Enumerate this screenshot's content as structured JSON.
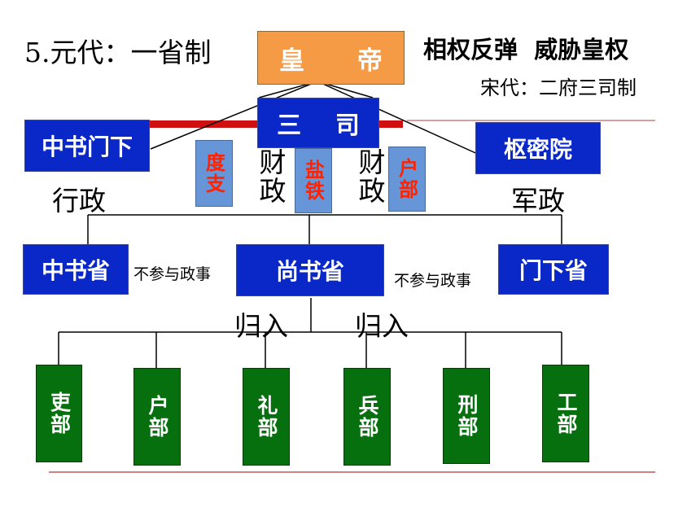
{
  "title": "5.元代：一省制",
  "subtitle_right": "相权反弹  威胁皇权",
  "song_note": "宋代：二府三司制",
  "emperor": "皇      帝",
  "sansi": "三    司",
  "zhongshu_menxia": "中书门下",
  "shumiyuan": "枢密院",
  "sub_offices": [
    {
      "label": "度支"
    },
    {
      "label": "盐铁"
    },
    {
      "label": "户部"
    }
  ],
  "caizheng": "财政",
  "xingzheng": "行政",
  "junzheng": "军政",
  "provinces": {
    "zhongshu": "中书省",
    "shangshu": "尚书省",
    "menxia": "门下省"
  },
  "not_participate": "不参与政事",
  "guiru": "归入",
  "ministries": [
    {
      "label": "吏部"
    },
    {
      "label": "户部"
    },
    {
      "label": "礼部"
    },
    {
      "label": "兵部"
    },
    {
      "label": "刑部"
    },
    {
      "label": "工部"
    }
  ],
  "colors": {
    "blue": "#0a28c8",
    "orange": "#f59a45",
    "green": "#06700f",
    "light_blue": "#6796d8",
    "red_label": "#ff2200",
    "red_bar": "#d01010"
  }
}
